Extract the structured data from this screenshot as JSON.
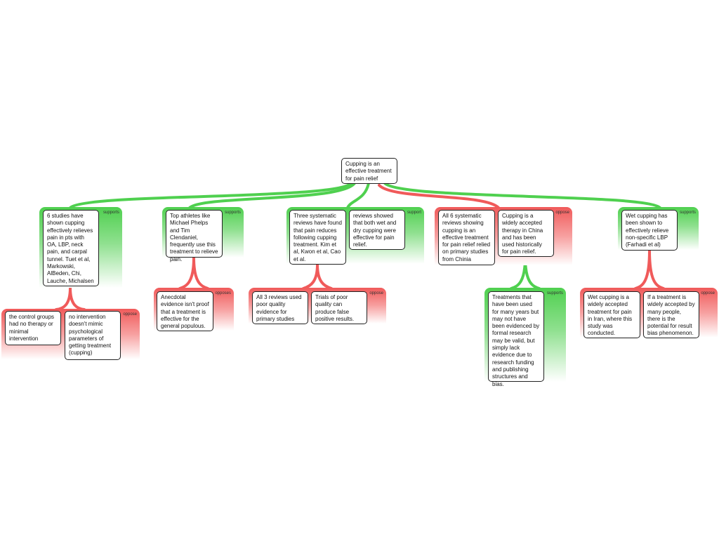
{
  "root": "Cupping is an effective treatment for pain relief",
  "colors": {
    "support": "#4fd04f",
    "oppose": "#f05a5a"
  },
  "g1": {
    "label": "supports",
    "a": "6 studies have shown cupping effectively relieves pain in pts with OA, LBP, neck pain, and carpal tunnel. Tuet et al, Markowski, AlBeden, Chi, Lauche, Michalsen"
  },
  "o1": {
    "label": "oppose",
    "a": "the control groups had no therapy or minimal intervention",
    "b": "no intervention doesn't mimic psychological parameters of getting treatment (cupping)"
  },
  "g2": {
    "label": "supports",
    "a": "Top athletes like Michael Phelps and Tim Clendaniel, frequently use this treatment to relieve pain."
  },
  "o2": {
    "label": "opposes",
    "a": "Anecdotal evidence isn't proof that a treatment is effective for the general populous."
  },
  "g3": {
    "label": "support",
    "a": "Three systematic reviews have found that pain reduces following cupping treatment. Kim et al, Kwon et al, Cao et al.",
    "b": "reviews showed that both wet and dry cupping were effective for pain relief."
  },
  "o3": {
    "label": "oppose",
    "a": "All 3 reviews used poor quality evidence for primary studies",
    "b": "Trials of poor quality can produce false positive results."
  },
  "g4": {
    "label": "oppose",
    "a": "All 6 systematic reviews showing cupping is an effective treatment for pain relief relied on primary studies from Chinia",
    "b": "Cupping is a widely accepted therapy in China and has been used historically for pain relief."
  },
  "s4": {
    "label": "supports",
    "a": "Treatments that have been used for many years but may not have been evidenced by formal research may be valid, but simply lack evidence due to research funding and publishing structures and bias."
  },
  "g5": {
    "label": "supports",
    "a": "Wet cupping has been shown to effectively relieve non-specific LBP (Farhadi et al)"
  },
  "o5": {
    "label": "oppose",
    "a": "Wet cupping is a widely accepted treatment for pain in Iran, where this study was conducted.",
    "b": "If a treatment is widely accepted by many people, there is the potential for result bias phenomenon."
  }
}
